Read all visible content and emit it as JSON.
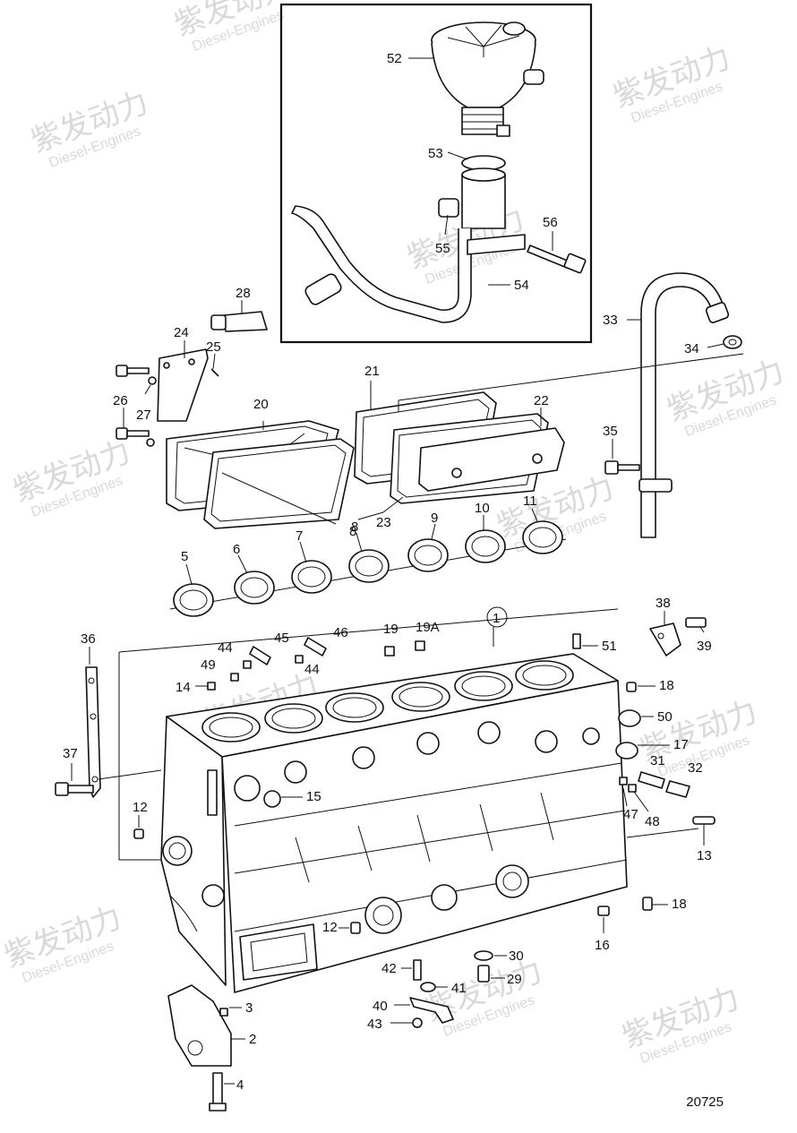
{
  "watermark": {
    "brand_cn": "紫发动力",
    "brand_en": "Diesel-Engines"
  },
  "drawing_number": "20725",
  "callouts": {
    "c1": "1",
    "c2": "2",
    "c3": "3",
    "c4": "4",
    "c5": "5",
    "c6": "6",
    "c7": "7",
    "c8": "8",
    "c9": "9",
    "c10": "10",
    "c11": "11",
    "c12a": "12",
    "c12b": "12",
    "c13": "13",
    "c14": "14",
    "c15": "15",
    "c16": "16",
    "c17": "17",
    "c18a": "18",
    "c18b": "18",
    "c19": "19",
    "c19a": "19A",
    "c20": "20",
    "c21": "21",
    "c22": "22",
    "c23": "23",
    "c24": "24",
    "c25": "25",
    "c26": "26",
    "c27": "27",
    "c28": "28",
    "c29": "29",
    "c30": "30",
    "c31": "31",
    "c32": "32",
    "c33": "33",
    "c34": "34",
    "c35": "35",
    "c36": "36",
    "c37": "37",
    "c38": "38",
    "c39": "39",
    "c40": "40",
    "c41": "41",
    "c42": "42",
    "c43": "43",
    "c44a": "44",
    "c44b": "44",
    "c45": "45",
    "c46": "46",
    "c47": "47",
    "c48": "48",
    "c49": "49",
    "c50": "50",
    "c51": "51",
    "c52": "52",
    "c53": "53",
    "c54": "54",
    "c55": "55",
    "c56": "56"
  }
}
